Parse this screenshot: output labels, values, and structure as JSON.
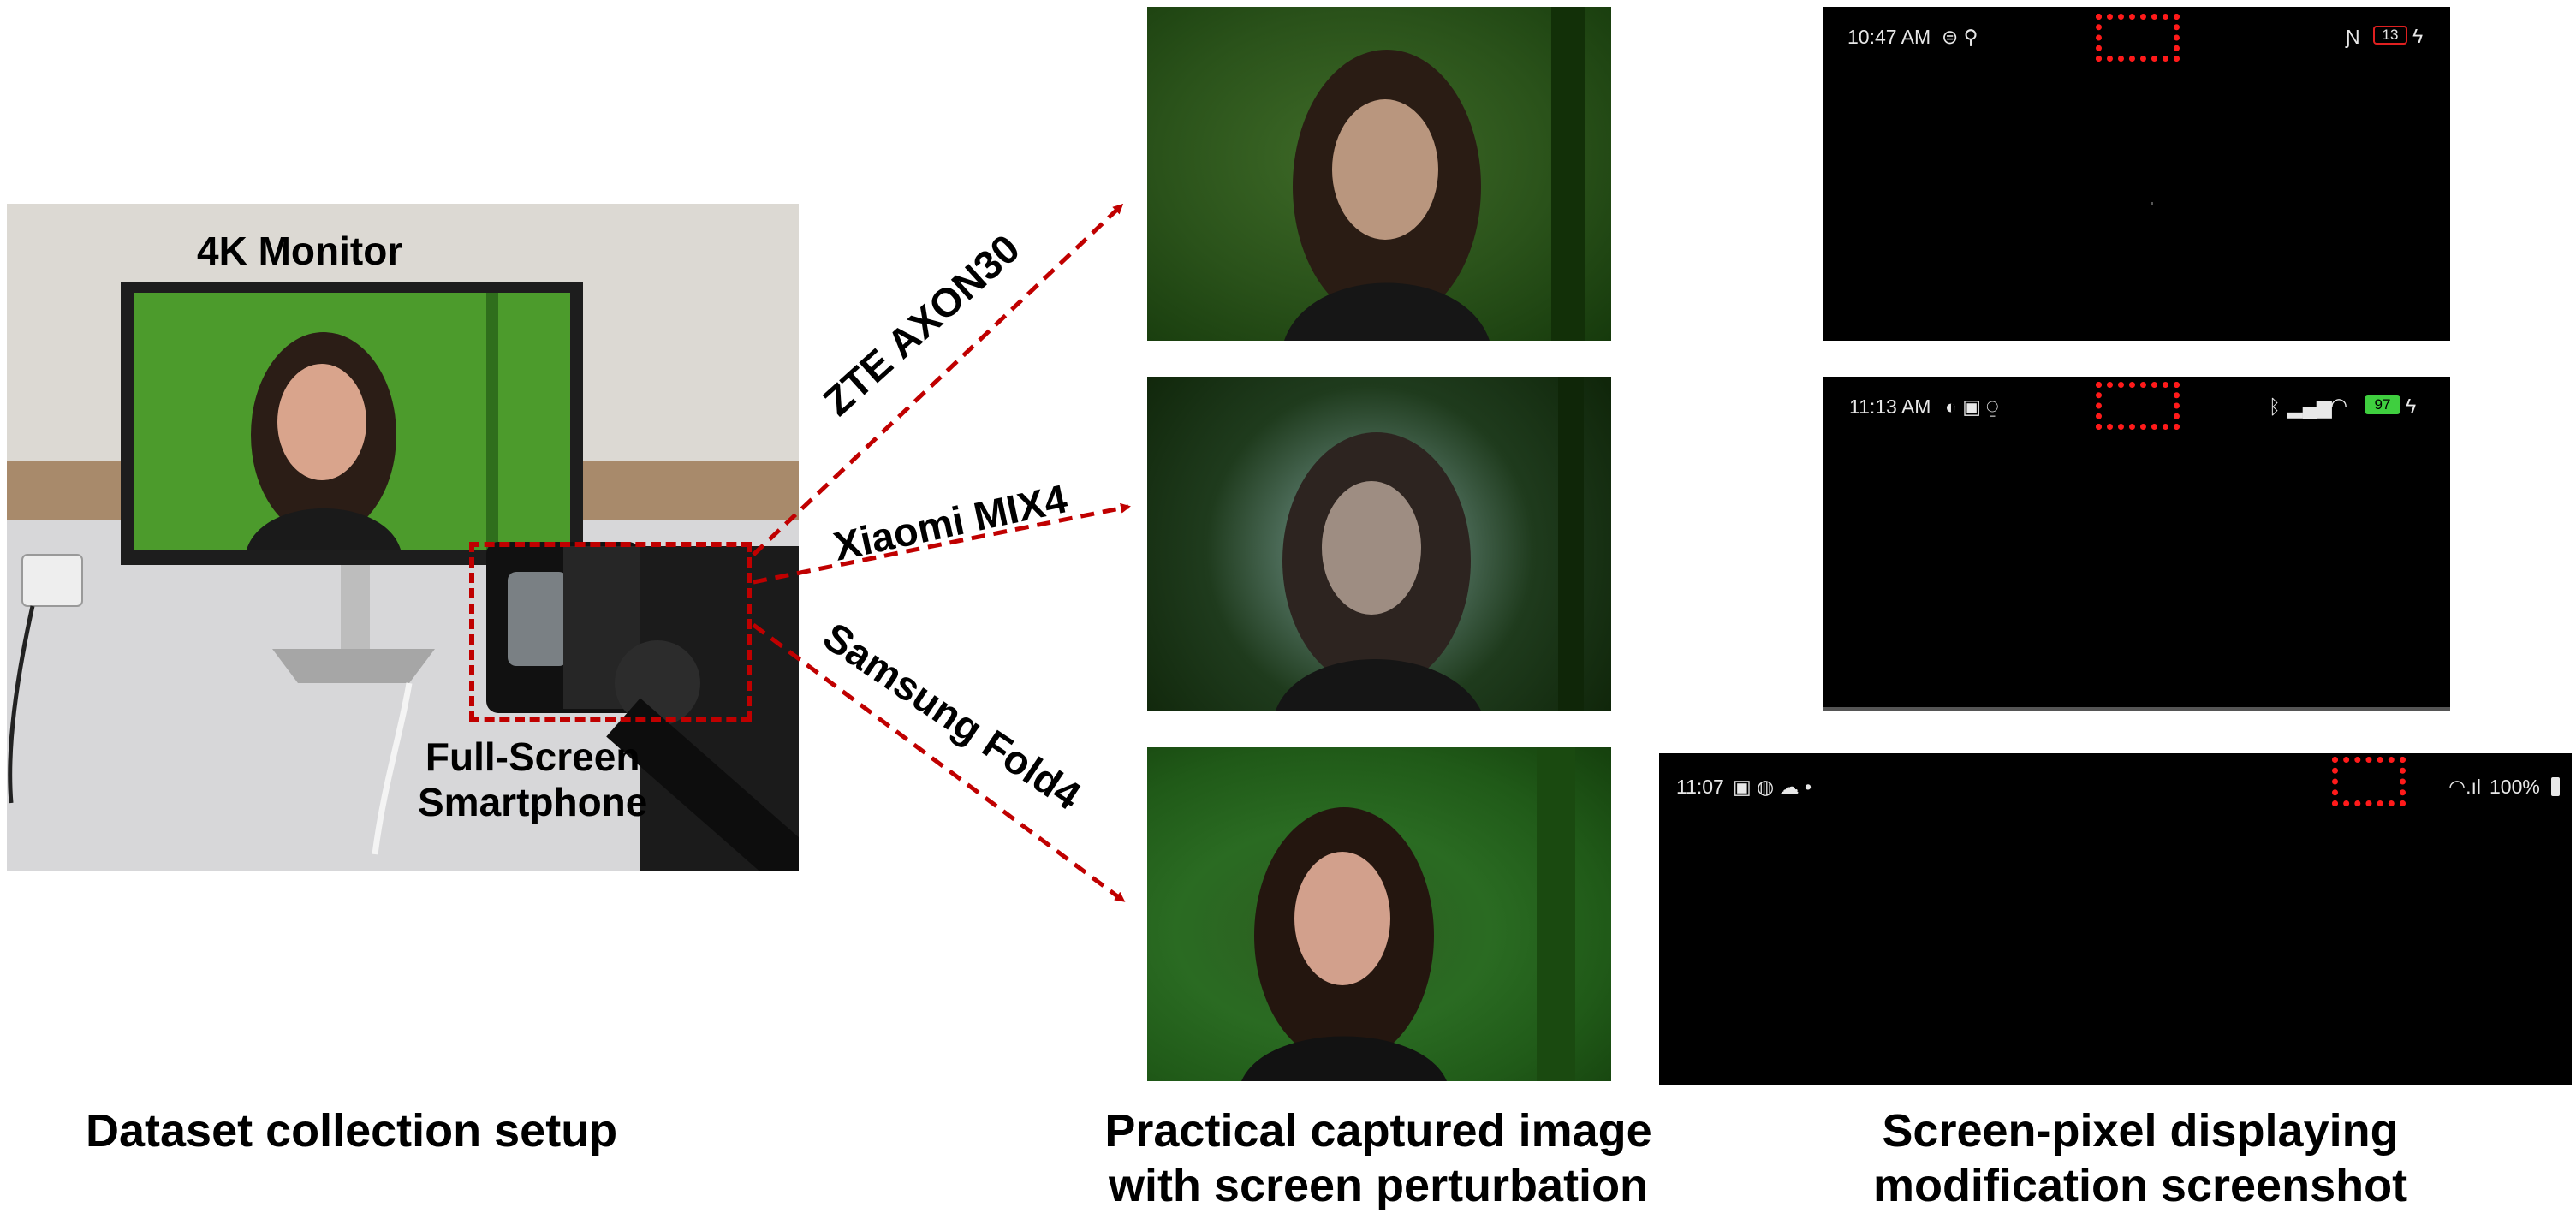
{
  "setup": {
    "monitor_label": "4K Monitor",
    "phone_label_line1": "Full-Screen",
    "phone_label_line2": "Smartphone",
    "caption": "Dataset collection setup"
  },
  "devices": [
    {
      "name": "ZTE AXON30"
    },
    {
      "name": "Xiaomi MIX4"
    },
    {
      "name": "Samsung Fold4"
    }
  ],
  "captured": {
    "caption_line1": "Practical captured image",
    "caption_line2": "with screen perturbation"
  },
  "screenshots": {
    "caption_line1": "Screen-pixel displaying",
    "caption_line2": "modification screenshot",
    "zte": {
      "time": "10:47 AM",
      "battery": "13"
    },
    "xiaomi": {
      "time": "11:13 AM",
      "battery": "97"
    },
    "samsung": {
      "time": "11:07",
      "battery": "100%"
    }
  },
  "colors": {
    "arrow": "#c00000",
    "marker": "#ff1a1a",
    "screen_green": "#4a9a2a"
  }
}
